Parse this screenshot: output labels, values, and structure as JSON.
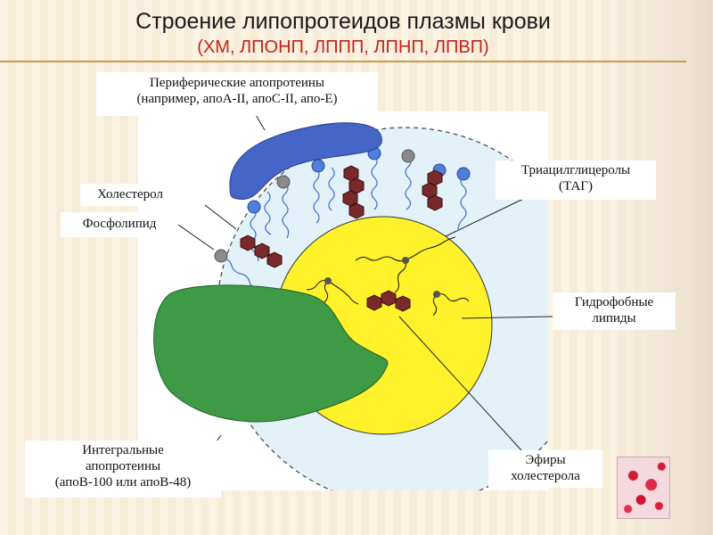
{
  "slide": {
    "title": "Строение липопротеидов плазмы крови",
    "subtitle": "(ХМ, ЛПОНП, ЛППП, ЛПНП, ЛПВП)"
  },
  "labels": {
    "peripheral": {
      "line1": "Периферические апопротеины",
      "line2": "(например, апоА-II, апоС-II, апо-Е)"
    },
    "cholesterol": {
      "line1": "Холестерол"
    },
    "phospholipid": {
      "line1": "Фосфолипид"
    },
    "triacylglycerols": {
      "line1": "Триацилглицеролы",
      "line2": "(ТАГ)"
    },
    "hydrophobic_lipids": {
      "line1": "Гидрофобные",
      "line2": "липиды"
    },
    "integral": {
      "line1": "Интегральные",
      "line2": "апопротеины",
      "line3": "(апоВ-100 или апоВ-48)"
    },
    "cholesterol_esters": {
      "line1": "Эфиры",
      "line2": "холестерола"
    }
  },
  "colors": {
    "title": "#1a1a1a",
    "subtitle": "#c0241a",
    "core": "#fff12a",
    "shell": "#e3f1f8",
    "peripheral_protein": "#4466c8",
    "integral_protein": "#3e9a44",
    "cholesterol_ring": "#7a2a2a",
    "phospholipid_head": "#4f7fd8",
    "cholesterol_head": "#888888"
  }
}
